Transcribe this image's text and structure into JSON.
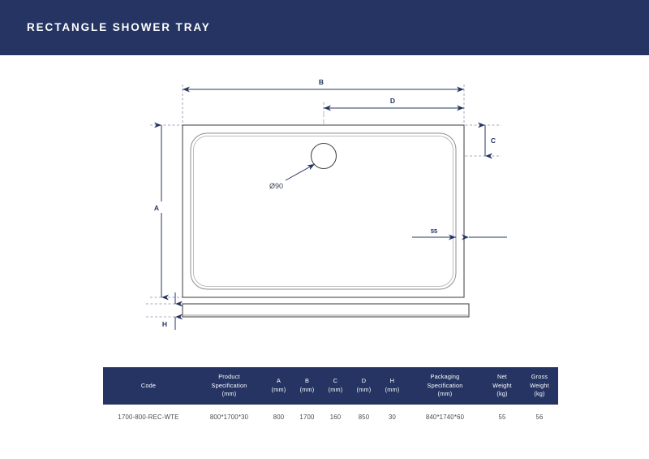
{
  "header": {
    "title": "RECTANGLE SHOWER TRAY",
    "background_color": "#253462",
    "text_color": "#ffffff"
  },
  "drawing": {
    "colors": {
      "dimension": "#253462",
      "outline": "#4a4a4a",
      "inner_outline": "#8c8c8c",
      "centerline": "#999999"
    },
    "labels": {
      "a": "A",
      "b": "B",
      "c": "C",
      "d": "D",
      "h": "H",
      "waste_diameter": "Ø90",
      "edge_width": "55"
    }
  },
  "table": {
    "headers": [
      "Code",
      "Product\nSpecification\n(mm)",
      "A\n(mm)",
      "B\n(mm)",
      "C\n(mm)",
      "D\n(mm)",
      "H\n(mm)",
      "Packaging\nSpecification\n(mm)",
      "Net\nWeight\n(kg)",
      "Gross\nWeight\n(kg)"
    ],
    "header_lines": {
      "code": [
        "Code"
      ],
      "product_specification": [
        "Product",
        "Specification",
        "(mm)"
      ],
      "a": [
        "A",
        "(mm)"
      ],
      "b": [
        "B",
        "(mm)"
      ],
      "c": [
        "C",
        "(mm)"
      ],
      "d": [
        "D",
        "(mm)"
      ],
      "h": [
        "H",
        "(mm)"
      ],
      "packaging_specification": [
        "Packaging",
        "Specification",
        "(mm)"
      ],
      "net_weight": [
        "Net",
        "Weight",
        "(kg)"
      ],
      "gross_weight": [
        "Gross",
        "Weight",
        "(kg)"
      ]
    },
    "rows": [
      {
        "code": "1700-800-REC-WTE",
        "product_specification": "800*1700*30",
        "a": "800",
        "b": "1700",
        "c": "160",
        "d": "850",
        "h": "30",
        "packaging_specification": "840*1740*60",
        "net_weight": "55",
        "gross_weight": "56"
      }
    ]
  }
}
